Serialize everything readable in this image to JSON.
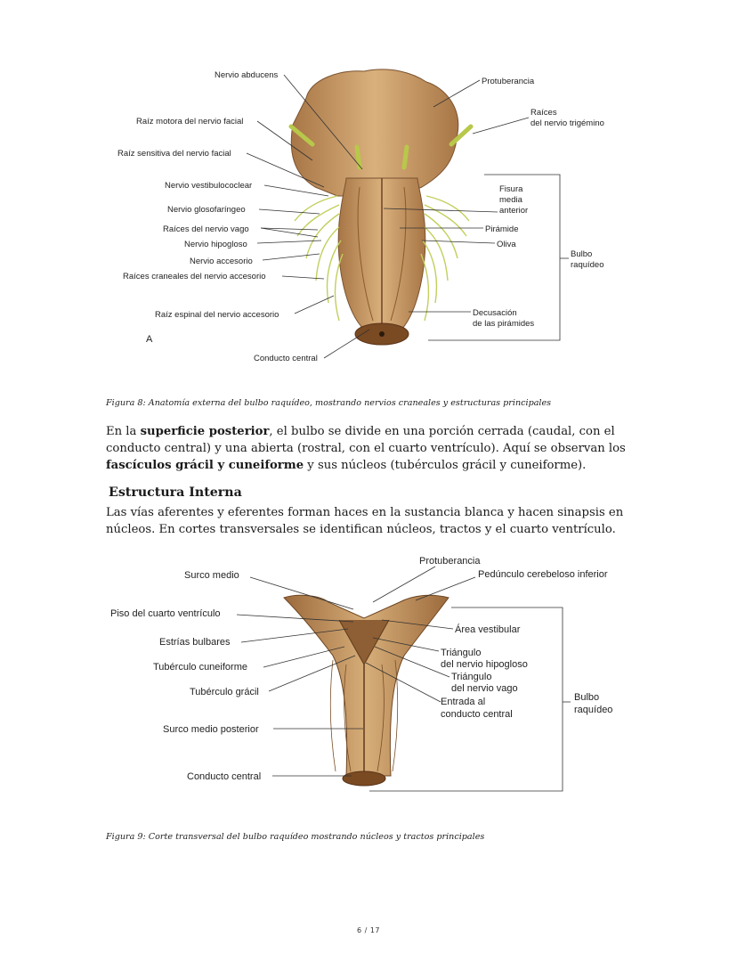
{
  "figure8": {
    "labels": {
      "abducens": "Nervio abducens",
      "protuberancia": "Protuberancia",
      "raices_trig_1": "Raíces",
      "raices_trig_2": "del nervio trigémino",
      "motora_facial": "Raíz motora del nervio facial",
      "sensitiva_facial": "Raíz sensitiva del nervio facial",
      "vestibulococlear": "Nervio vestibulococlear",
      "glosofaringeo": "Nervio glosofaríngeo",
      "vago": "Raíces del nervio vago",
      "hipogloso": "Nervio hipogloso",
      "accesorio": "Nervio accesorio",
      "craneales_accesorio": "Raíces craneales del nervio accesorio",
      "espinal_accesorio": "Raíz espinal del nervio accesorio",
      "fisura_1": "Fisura",
      "fisura_2": "media",
      "fisura_3": "anterior",
      "piramide": "Pirámide",
      "oliva": "Oliva",
      "bulbo_1": "Bulbo",
      "bulbo_2": "raquídeo",
      "decusacion_1": "Decusación",
      "decusacion_2": "de las pirámides",
      "conducto": "Conducto central",
      "panel": "A"
    },
    "caption": "Figura 8: Anatomía externa del bulbo raquídeo, mostrando nervios craneales y estructuras principales"
  },
  "paragraph1": {
    "t1": "En la ",
    "b1": "superficie posterior",
    "t2": ", el bulbo se divide en una porción cerrada (caudal, con el conducto central) y una abierta (rostral, con el cuarto ventrículo). Aquí se observan los ",
    "b2": "fascículos grácil y cuneiforme",
    "t3": " y sus núcleos (tubérculos grácil y cuneiforme)."
  },
  "heading": "Estructura Interna",
  "paragraph2": "Las vías aferentes y eferentes forman haces en la sustancia blanca y hacen sinapsis en núcleos. En cortes transversales se identifican núcleos, tractos y el cuarto ventrículo.",
  "figure9": {
    "labels": {
      "protuberancia": "Protuberancia",
      "surco_medio": "Surco medio",
      "pedunculo": "Pedúnculo cerebeloso inferior",
      "piso": "Piso del cuarto ventrículo",
      "area_vestibular": "Área vestibular",
      "estrias": "Estrías bulbares",
      "tri_hip_1": "Triángulo",
      "tri_hip_2": "del nervio hipogloso",
      "cuneiforme": "Tubérculo cuneiforme",
      "tri_vago_1": "Triángulo",
      "tri_vago_2": "del nervio vago",
      "gracil": "Tubérculo grácil",
      "entrada_1": "Entrada al",
      "entrada_2": "conducto central",
      "bulbo_1": "Bulbo",
      "bulbo_2": "raquídeo",
      "surco_posterior": "Surco medio posterior",
      "conducto": "Conducto central"
    },
    "caption": "Figura 9: Corte transversal del bulbo raquídeo mostrando núcleos y tractos principales"
  },
  "page_number": "6 / 17",
  "colors": {
    "tissue": "#c99a66",
    "tissue_dark": "#8a5a2c",
    "nerve": "#b8c84a"
  }
}
